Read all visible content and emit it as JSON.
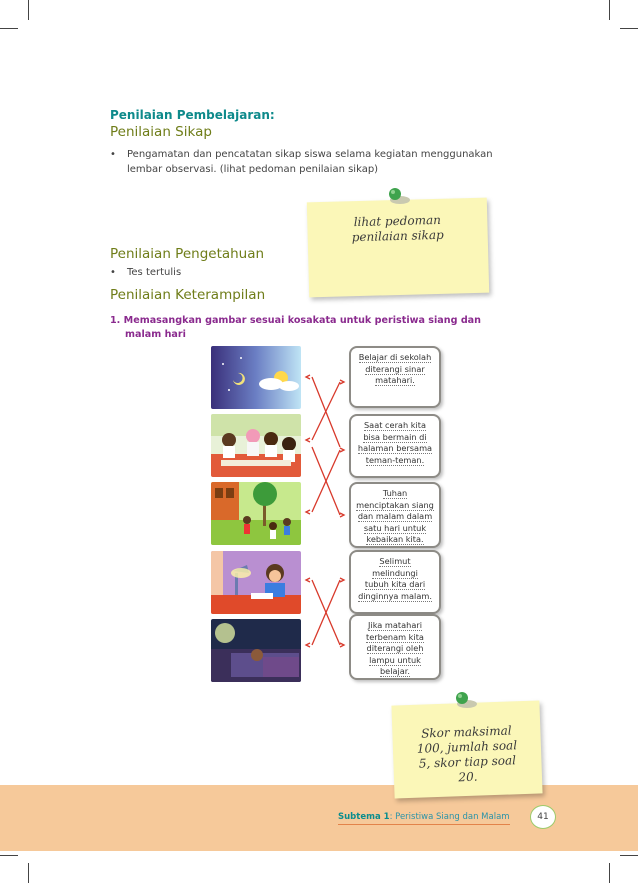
{
  "header": {
    "title": "Penilaian Pembelajaran:"
  },
  "sikap": {
    "heading": "Penilaian Sikap",
    "bullet": "•",
    "line1": "Pengamatan dan pencatatan sikap siswa selama kegiatan menggunakan",
    "line2": "lembar observasi. (lihat pedoman penilaian sikap)"
  },
  "note1": {
    "line1": "lihat pedoman",
    "line2": "penilaian sikap"
  },
  "pengetahuan": {
    "heading": "Penilaian Pengetahuan",
    "bullet": "•",
    "item": "Tes tertulis"
  },
  "keterampilan": {
    "heading": "Penilaian Keterampilan",
    "task_line1": "1.  Memasangkan gambar sesuai kosakata untuk peristiwa siang dan",
    "task_line2": "malam hari"
  },
  "pictures": [
    {
      "name": "sky-day-night"
    },
    {
      "name": "children-studying"
    },
    {
      "name": "children-playing"
    },
    {
      "name": "child-reading-lamp"
    },
    {
      "name": "child-sleeping-blanket"
    }
  ],
  "cards": [
    {
      "l1": "Belajar di sekolah",
      "l2": "diterangi sinar",
      "l3": "matahari.",
      "l4": "",
      "l5": ""
    },
    {
      "l1": "Saat cerah kita",
      "l2": "bisa bermain di",
      "l3": "halaman bersama",
      "l4": "teman-teman.",
      "l5": ""
    },
    {
      "l1": "Tuhan",
      "l2": "menciptakan siang",
      "l3": "dan malam dalam",
      "l4": "satu hari untuk",
      "l5": "kebaikan kita."
    },
    {
      "l1": "Selimut",
      "l2": "melindungi",
      "l3": "tubuh kita dari",
      "l4": "dinginnya malam.",
      "l5": ""
    },
    {
      "l1": "Jika matahari",
      "l2": "terbenam kita",
      "l3": "diterangi oleh",
      "l4": "lampu untuk",
      "l5": "belajar."
    }
  ],
  "note2": {
    "line1": "Skor maksimal",
    "line2": "100, jumlah soal",
    "line3": "5, skor tiap soal",
    "line4": "20."
  },
  "footer": {
    "subtema": "Subtema 1",
    "rest": ": Peristiwa Siang dan Malam",
    "page": "41"
  },
  "colors": {
    "teal": "#0e8a8b",
    "olive": "#6f7d19",
    "purple": "#8a2a8e",
    "footer": "#f6c99a",
    "note": "#fbf7b8",
    "lines": "#d8392b"
  }
}
